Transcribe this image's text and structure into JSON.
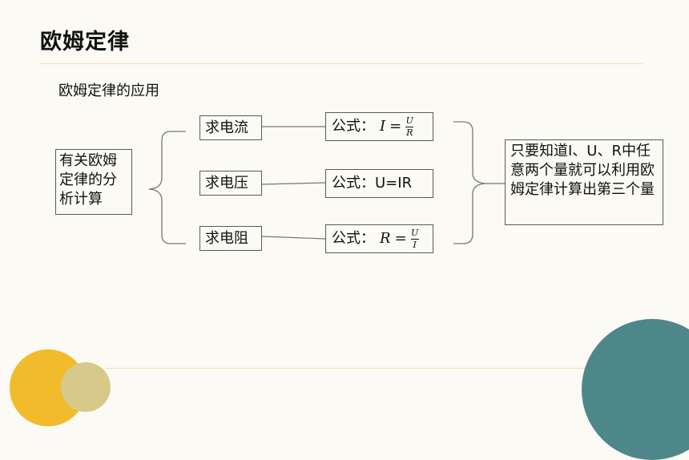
{
  "title": "欧姆定律",
  "subtitle": "欧姆定律的应用",
  "left_box": "有关欧姆定律的分析计算",
  "methods": [
    {
      "label": "求电流",
      "formula_prefix": "公式：",
      "formula": {
        "lhs": "I",
        "eq": "=",
        "num": "U",
        "den": "R"
      }
    },
    {
      "label": "求电压",
      "formula_text": "公式：U=IR"
    },
    {
      "label": "求电阻",
      "formula_prefix": "公式：",
      "formula": {
        "lhs": "R",
        "eq": "=",
        "num": "U",
        "den": "I"
      }
    }
  ],
  "summary": "只要知道I、U、R中任意两个量就可以利用欧姆定律计算出第三个量",
  "colors": {
    "background": "#fbfaf4",
    "accent_yellow": "#f2bb2c",
    "accent_khaki": "#d8c98a",
    "accent_teal": "#4e8789",
    "rule": "#f1dfae"
  }
}
